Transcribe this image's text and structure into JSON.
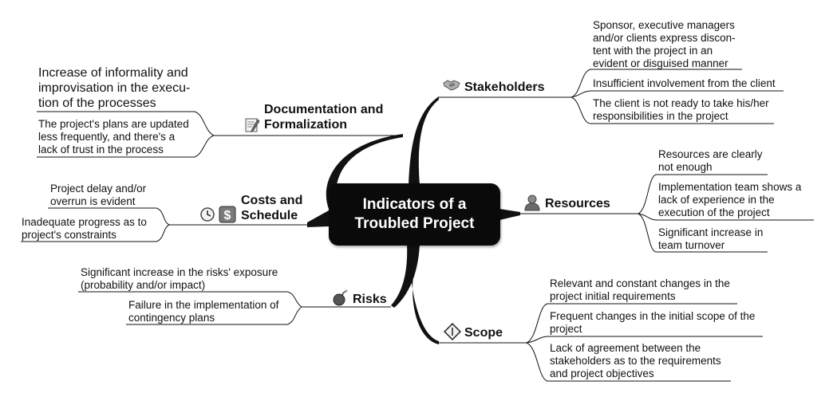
{
  "center": {
    "title": "Indicators of a\nTroubled Project"
  },
  "branches": {
    "stakeholders": {
      "label": "Stakeholders",
      "icon": "handshake-icon",
      "items": [
        "Sponsor, executive managers\nand/or clients express discon-\ntent with the project in an\nevident or disguised manner",
        "Insufficient involvement from the client",
        "The client is not ready to take his/her\nresponsibilities in the project"
      ]
    },
    "resources": {
      "label": "Resources",
      "icon": "person-icon",
      "items": [
        "Resources are clearly\nnot enough",
        "Implementation team shows a\nlack of experience in the\nexecution of the project",
        "Significant increase in\nteam turnover"
      ]
    },
    "scope": {
      "label": "Scope",
      "icon": "scope-sign-icon",
      "items": [
        "Relevant and constant changes in the\nproject initial requirements",
        "Frequent changes in the initial scope of the\nproject",
        "Lack of agreement between the\nstakeholders as to the requirements\nand project objectives"
      ]
    },
    "documentation": {
      "label": "Documentation and\nFormalization",
      "icon": "notepad-icon",
      "items": [
        "Increase of informality and\nimprovisation in the execu-\ntion of the processes",
        "The project's plans are updated\nless frequently, and there's a\nlack of trust in the process"
      ]
    },
    "costs": {
      "label": "Costs and\nSchedule",
      "icons": [
        "clock-icon",
        "dollar-icon"
      ],
      "items": [
        "Project delay and/or\noverrun is evident",
        "Inadequate progress as to\nproject's constraints"
      ]
    },
    "risks": {
      "label": "Risks",
      "icon": "bomb-icon",
      "items": [
        "Significant increase in the risks' exposure\n(probability and/or impact)",
        "Failure in the implementation of\ncontingency plans"
      ]
    }
  }
}
